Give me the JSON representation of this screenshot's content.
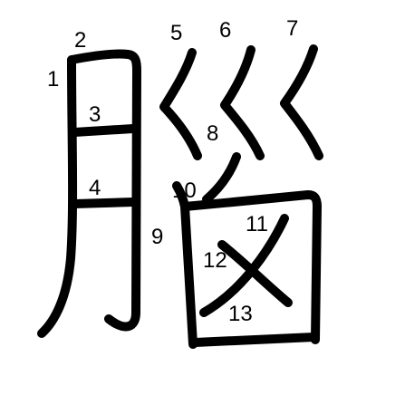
{
  "stroke_color": "#000000",
  "stroke_numbers": [
    "1",
    "2",
    "3",
    "4",
    "5",
    "6",
    "7",
    "8",
    "9",
    "10",
    "11",
    "12",
    "13"
  ]
}
